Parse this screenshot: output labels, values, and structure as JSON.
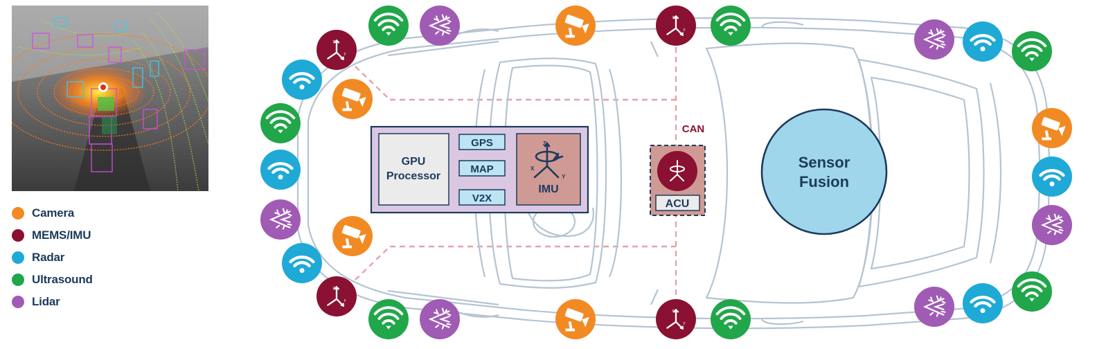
{
  "legend": {
    "items": [
      {
        "label": "Camera",
        "color": "#f28a24"
      },
      {
        "label": "MEMS/IMU",
        "color": "#8a1131"
      },
      {
        "label": "Radar",
        "color": "#1fa9d6"
      },
      {
        "label": "Ultrasound",
        "color": "#21a64a"
      },
      {
        "label": "Lidar",
        "color": "#a05bb4"
      }
    ]
  },
  "processor_box": {
    "gpu_line1": "GPU",
    "gpu_line2": "Processor",
    "modules": [
      "GPS",
      "MAP",
      "V2X"
    ],
    "imu_label": "IMU",
    "axis_z": "Z",
    "axis_x": "X",
    "axis_y": "Y"
  },
  "acu": {
    "bus_label": "CAN",
    "label": "ACU"
  },
  "sensor_fusion": {
    "line1": "Sensor",
    "line2": "Fusion"
  },
  "colors": {
    "camera": "#f28a24",
    "imu": "#8a1131",
    "radar": "#1fa9d6",
    "ultrasound": "#21a64a",
    "lidar": "#a05bb4",
    "car_outline": "#b4c4d2",
    "dashed_line": "#e3a3aa",
    "fusion_fill": "#9fd6ec",
    "navy": "#1c3a5c",
    "processor_fill": "#dac8e3",
    "imu_block_fill": "#cf9a94",
    "module_fill": "#bde4f3"
  }
}
